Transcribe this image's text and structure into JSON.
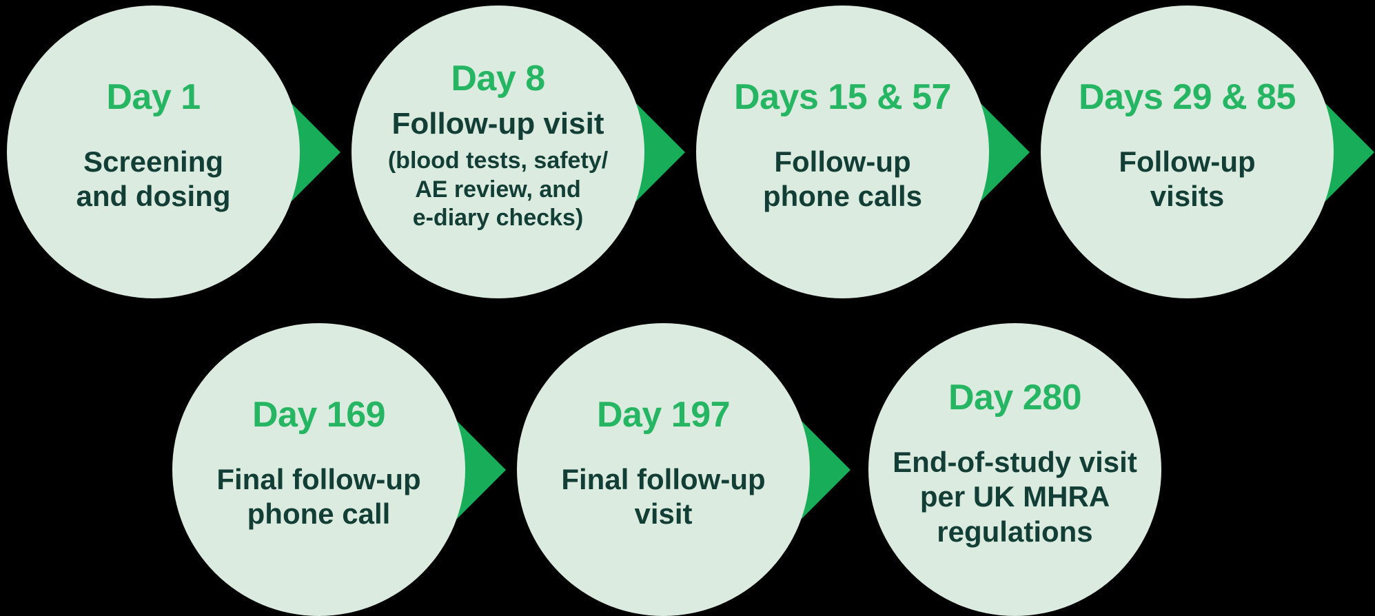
{
  "colors": {
    "background": "#000000",
    "circle_fill": "#dcebdf",
    "day_label_green": "#26b563",
    "arrow_green": "#18ad58",
    "body_text_teal": "#123e36"
  },
  "timeline": {
    "rows": [
      {
        "step_indexes": [
          0,
          1,
          2,
          3
        ]
      },
      {
        "step_indexes": [
          4,
          5,
          6
        ]
      }
    ],
    "steps": [
      {
        "day_label": "Day 1",
        "body": "Screening\nand dosing",
        "has_arrow": true
      },
      {
        "day_label": "Day 8",
        "subtitle": "Follow-up visit",
        "note": "(blood tests, safety/\nAE review, and\ne-diary checks)",
        "has_arrow": true
      },
      {
        "day_label": "Days 15 & 57",
        "body": "Follow-up\nphone calls",
        "has_arrow": true
      },
      {
        "day_label": "Days 29 & 85",
        "body": "Follow-up\nvisits",
        "has_arrow": true
      },
      {
        "day_label": "Day 169",
        "body": "Final follow-up\nphone call",
        "has_arrow": true
      },
      {
        "day_label": "Day 197",
        "body": "Final follow-up\nvisit",
        "has_arrow": true
      },
      {
        "day_label": "Day 280",
        "body": "End-of-study visit\nper UK MHRA\nregulations",
        "has_arrow": false
      }
    ]
  }
}
